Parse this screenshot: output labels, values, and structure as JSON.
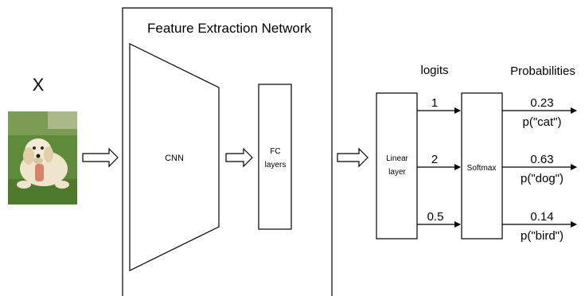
{
  "input": {
    "label": "X",
    "image": "dog-photo"
  },
  "feature_network": {
    "title": "Feature Extraction Network",
    "cnn_label": "CNN",
    "fc_label_line1": "FC",
    "fc_label_line2": "layers"
  },
  "linear_layer": {
    "line1": "Linear",
    "line2": "layer"
  },
  "softmax": {
    "label": "Softmax"
  },
  "headers": {
    "logits": "logits",
    "probabilities": "Probabilities"
  },
  "outputs": [
    {
      "logit": "1",
      "probability": "0.23",
      "class_label": "p(\"cat\")"
    },
    {
      "logit": "2",
      "probability": "0.63",
      "class_label": "p(\"dog\")"
    },
    {
      "logit": "0.5",
      "probability": "0.14",
      "class_label": "p(\"bird\")"
    }
  ]
}
